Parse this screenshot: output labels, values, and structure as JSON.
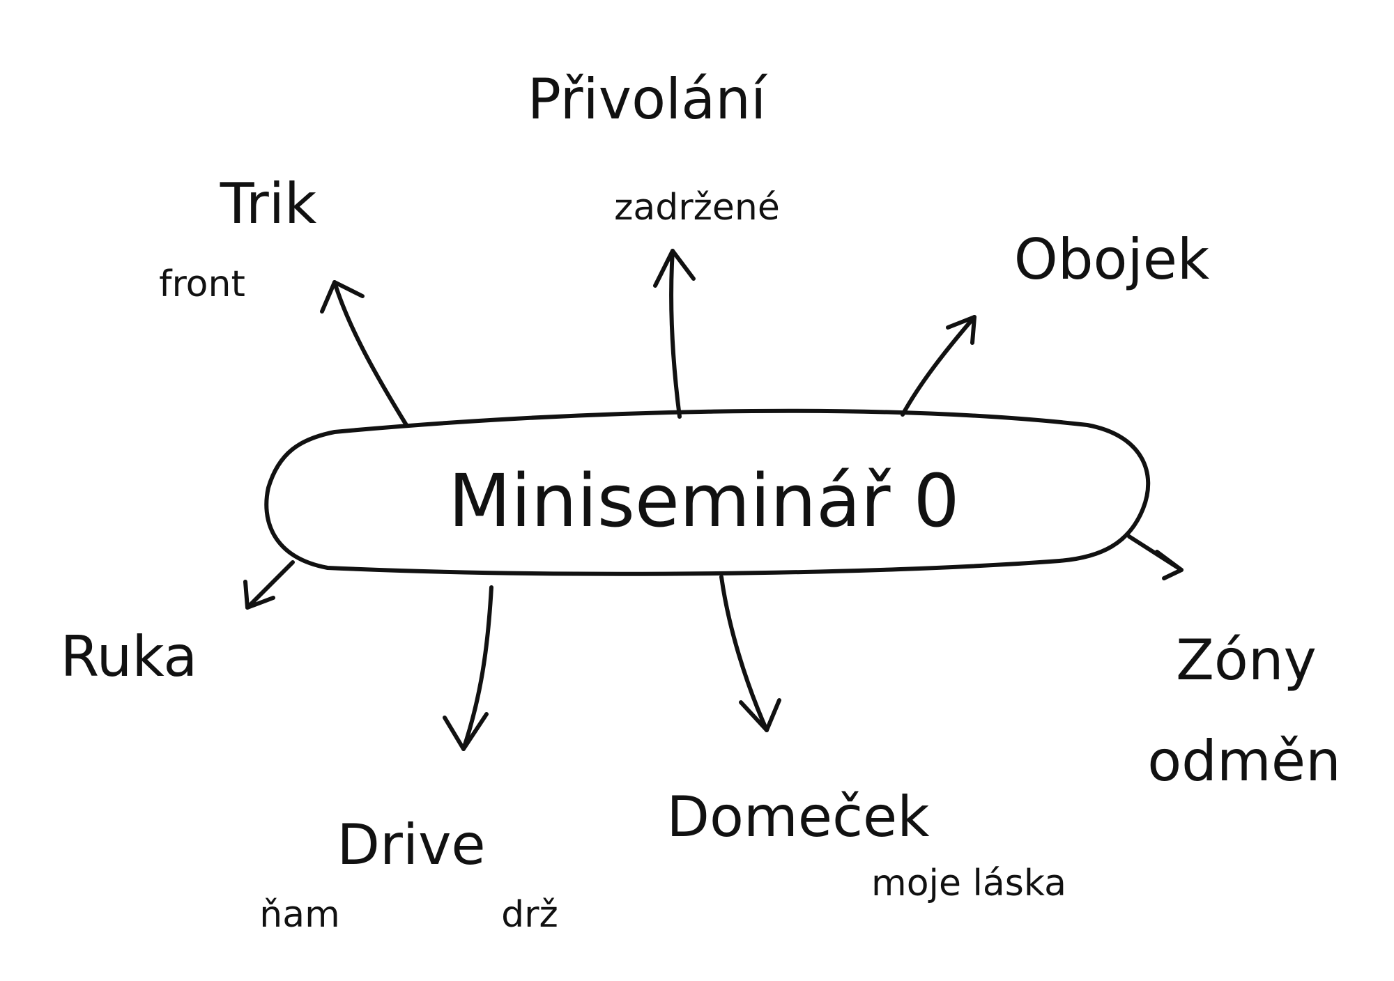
{
  "center": {
    "label": "Miniseminář 0"
  },
  "branches": {
    "privolani": {
      "label": "Přivolání",
      "sublabel": "zadržené"
    },
    "trik": {
      "label": "Trik",
      "sublabel": "front"
    },
    "obojek": {
      "label": "Obojek"
    },
    "ruka": {
      "label": "Ruka"
    },
    "drive": {
      "label": "Drive",
      "sublabels": [
        "ňam",
        "drž"
      ]
    },
    "domecek": {
      "label": "Domeček",
      "sublabel": "moje láska"
    },
    "zony": {
      "label": "Zóny",
      "sublabel": "odměn"
    }
  },
  "colors": {
    "ink": "#111111",
    "background": "#ffffff"
  }
}
